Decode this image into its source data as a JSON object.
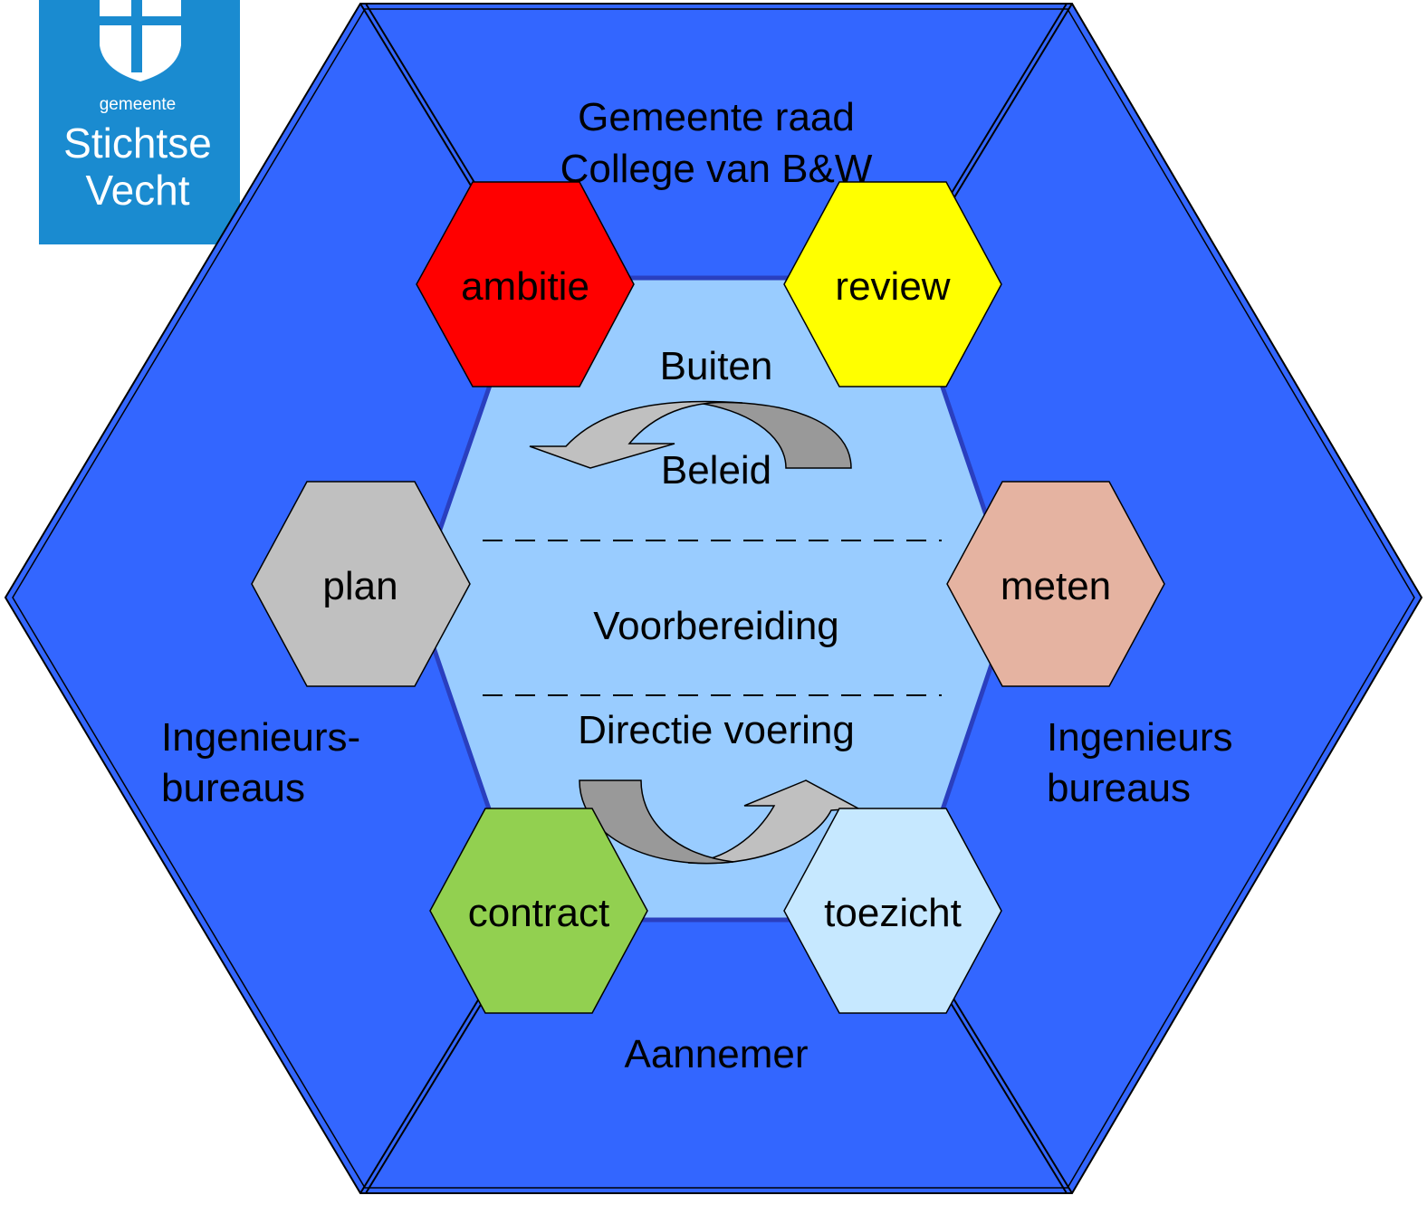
{
  "logo": {
    "line1": "gemeente",
    "line2": "Stichtse",
    "line3": "Vecht",
    "color": "#1a8bd0"
  },
  "colors": {
    "outer": "#3366ff",
    "inner": "#99ccff",
    "ambitie": "#ff0000",
    "review": "#ffff00",
    "plan": "#c0c0c0",
    "meten": "#e5b3a1",
    "contract": "#92d050",
    "toezicht": "#c6e8ff",
    "arrow_dark": "#999999",
    "arrow_light": "#c0c0c0"
  },
  "regions": {
    "top_line1": "Gemeente raad",
    "top_line2": "College van B&W",
    "left_line1": "Ingenieurs-",
    "left_line2": "bureaus",
    "right_line1": "Ingenieurs",
    "right_line2": "bureaus",
    "bottom": "Aannemer"
  },
  "center": {
    "buiten": "Buiten",
    "beleid": "Beleid",
    "voorbereiding": "Voorbereiding",
    "directie": "Directie voering"
  },
  "hexes": {
    "ambitie": "ambitie",
    "review": "review",
    "plan": "plan",
    "meten": "meten",
    "contract": "contract",
    "toezicht": "toezicht"
  }
}
